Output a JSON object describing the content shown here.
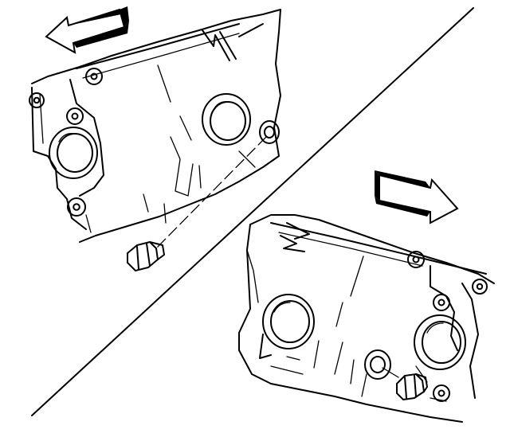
{
  "figure": {
    "arrows": [
      {
        "name": "direction-arrow-left",
        "direction": "left"
      },
      {
        "name": "direction-arrow-right",
        "direction": "right"
      }
    ],
    "colors": {
      "ink": "#000000",
      "background": "#ffffff"
    }
  }
}
